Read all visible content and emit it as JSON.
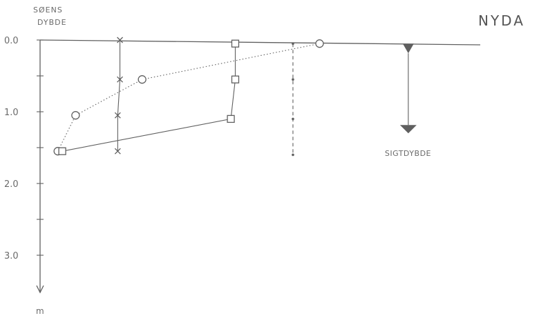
{
  "chart_data": {
    "type": "line",
    "title": "NYDA",
    "ylabel_lines": [
      "SØENS",
      "DYBDE"
    ],
    "y_unit": "m",
    "y_axis": {
      "direction": "downward",
      "ylim": [
        0,
        3.5
      ],
      "ticks": [
        {
          "value": 0.0,
          "label": "0.0"
        },
        {
          "value": 0.5,
          "label": ""
        },
        {
          "value": 1.0,
          "label": "1.0"
        },
        {
          "value": 1.5,
          "label": ""
        },
        {
          "value": 2.0,
          "label": "2.0"
        },
        {
          "value": 2.5,
          "label": ""
        },
        {
          "value": 3.0,
          "label": "3.0"
        }
      ]
    },
    "x_axis": {
      "xlim": [
        0,
        100
      ],
      "labels_shown": false
    },
    "series": [
      {
        "marker": "circle",
        "style": "dotted",
        "points": [
          {
            "x": 63,
            "depth": 0.05
          },
          {
            "x": 23,
            "depth": 0.55
          },
          {
            "x": 8,
            "depth": 1.05
          },
          {
            "x": 4,
            "depth": 1.55
          }
        ]
      },
      {
        "marker": "square",
        "style": "solid",
        "points": [
          {
            "x": 44,
            "depth": 0.05
          },
          {
            "x": 44,
            "depth": 0.55
          },
          {
            "x": 43,
            "depth": 1.1
          },
          {
            "x": 5,
            "depth": 1.55
          }
        ]
      },
      {
        "marker": "x",
        "style": "solid",
        "points": [
          {
            "x": 18,
            "depth": 0.0
          },
          {
            "x": 18,
            "depth": 0.55
          },
          {
            "x": 17.5,
            "depth": 1.05
          },
          {
            "x": 17.5,
            "depth": 1.55
          }
        ]
      },
      {
        "marker": "dot",
        "style": "dashed",
        "points": [
          {
            "x": 57,
            "depth": 0.05
          },
          {
            "x": 57,
            "depth": 0.55
          },
          {
            "x": 57,
            "depth": 1.1
          },
          {
            "x": 57,
            "depth": 1.6
          }
        ]
      }
    ],
    "annotations": [
      {
        "text": "SIGTDYBDE",
        "type": "secchi_depth_arrow",
        "x": 83,
        "depth_from": 0.05,
        "depth_to": 1.3
      }
    ],
    "grid": false,
    "legend": "none"
  }
}
